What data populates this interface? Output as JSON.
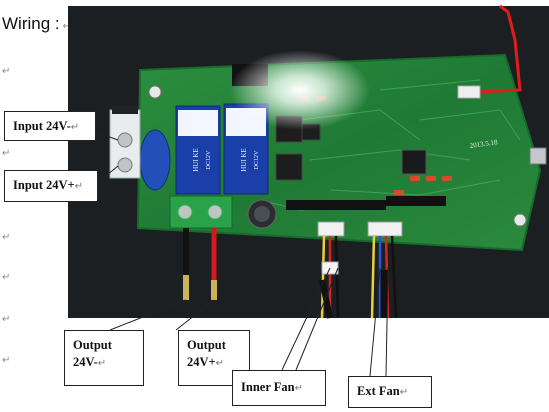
{
  "heading": "Wiring :",
  "labels": {
    "input_neg": "Input 24V-",
    "input_pos": "Input 24V+",
    "output_neg_line1": "Output",
    "output_neg_line2": "24V-",
    "output_pos_line1": "Output",
    "output_pos_line2": "24V+",
    "inner_fan": "Inner Fan",
    "ext_fan": "Ext Fan"
  },
  "board_print": {
    "relay_brand": "HUI KE",
    "relay_voltage": "DC12V",
    "version": "2013.5.18"
  },
  "marks": {
    "pilcrow": "↵"
  }
}
